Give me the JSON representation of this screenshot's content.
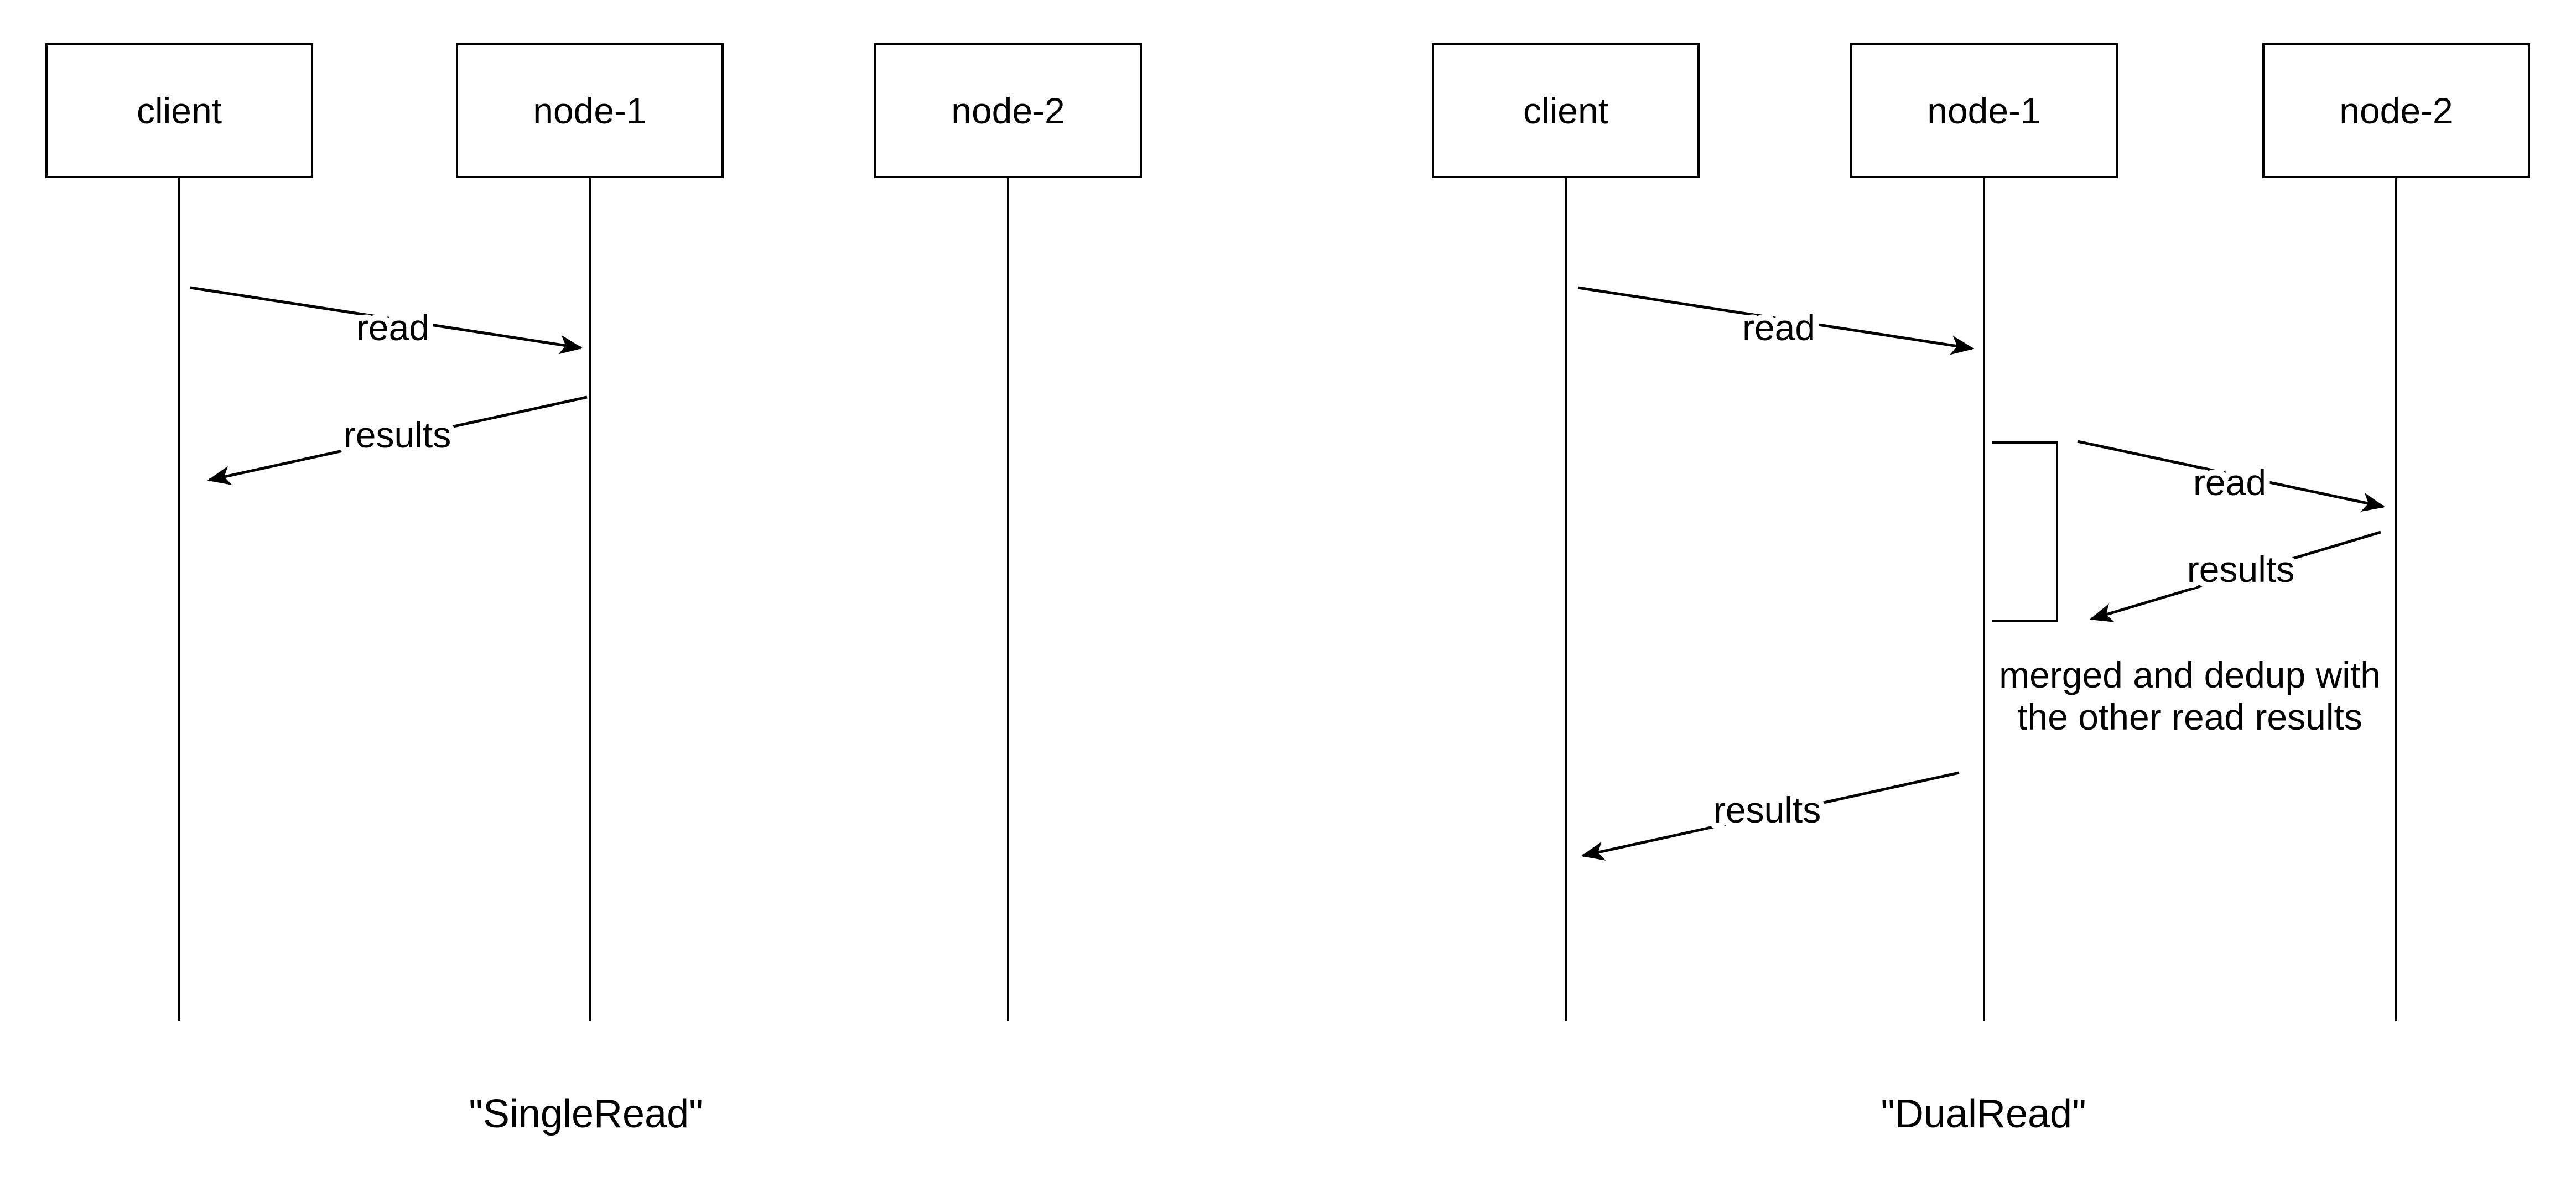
{
  "colors": {
    "background": "#ffffff",
    "ink": "#000000"
  },
  "diagrams": [
    {
      "caption": "\"SingleRead\"",
      "actors": [
        {
          "label": "client"
        },
        {
          "label": "node-1"
        },
        {
          "label": "node-2"
        }
      ],
      "messages": [
        {
          "label": "read",
          "from": "client",
          "to": "node-1"
        },
        {
          "label": "results",
          "from": "node-1",
          "to": "client"
        }
      ]
    },
    {
      "caption": "\"DualRead\"",
      "actors": [
        {
          "label": "client"
        },
        {
          "label": "node-1"
        },
        {
          "label": "node-2"
        }
      ],
      "messages": [
        {
          "label": "read",
          "from": "client",
          "to": "node-1"
        },
        {
          "label": "read",
          "from": "node-1",
          "to": "node-2"
        },
        {
          "label": "results",
          "from": "node-2",
          "to": "node-1"
        },
        {
          "label": "results",
          "from": "node-1",
          "to": "client"
        }
      ],
      "note": {
        "line1": "merged and dedup with",
        "line2": "the other read results"
      }
    }
  ]
}
